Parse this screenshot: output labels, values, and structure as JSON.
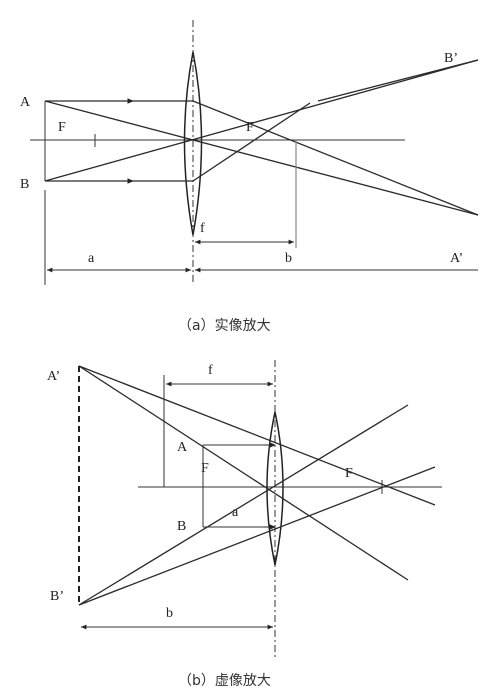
{
  "diagram_a": {
    "labels": {
      "A": "A",
      "B": "B",
      "F_left": "F",
      "F_right": "F",
      "f": "f",
      "a": "a",
      "b": "b",
      "A_image": "A’",
      "B_image": "B’"
    },
    "caption": "（a）实像放大"
  },
  "diagram_b": {
    "labels": {
      "A_image": "A’",
      "B_image": "B’",
      "f": "f",
      "A": "A",
      "F_left": "F",
      "B": "B",
      "a": "a",
      "F_right": "F",
      "b": "b"
    },
    "caption": "（b）虚像放大"
  }
}
